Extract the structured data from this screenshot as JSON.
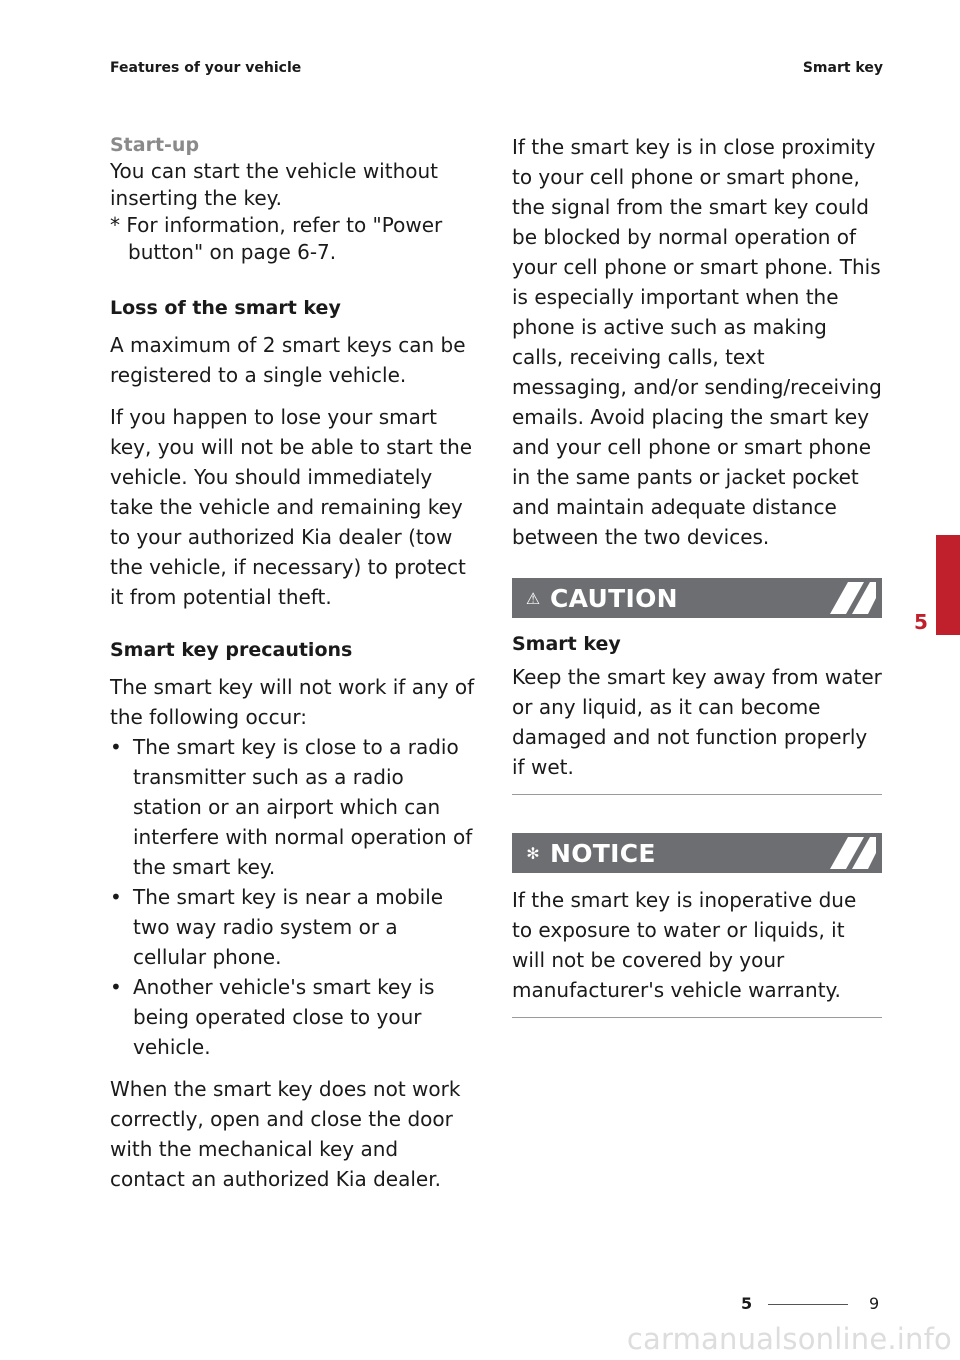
{
  "header": {
    "left": "Features of your vehicle",
    "right": "Smart key"
  },
  "startup": {
    "title": "Start-up",
    "body": "You can start the vehicle without inserting the key.",
    "note": "* For information, refer to \"Power button\" on page 6-7."
  },
  "loss": {
    "heading": "Loss of the smart key",
    "p1": "A maximum of 2 smart keys can be registered to a single vehicle.",
    "p2": "If you happen to lose your smart key, you will not be able to start the vehicle. You should immediately take the vehicle and remaining key to your authorized Kia dealer (tow the vehicle, if necessary) to protect it from potential theft."
  },
  "precautions": {
    "heading": "Smart key precautions",
    "intro": "The smart key will not work if any of the following occur:",
    "bullets": [
      "The smart key is close to a radio transmitter such as a radio station or an airport which can interfere with normal operation of the smart key.",
      "The smart key is near a mobile two way radio system or a cellular phone.",
      "Another vehicle's smart key is being operated close to your vehicle."
    ],
    "bullet_symbol": "•",
    "closing": "When the smart key does not work correctly, open and close the door with the mechanical key and contact an authorized Kia dealer."
  },
  "right": {
    "p1": "If the smart key is in close proximity to your cell phone or smart phone, the signal from the smart key could be blocked by normal operation of your cell phone or smart phone. This is especially important when the phone is active such as making calls, receiving calls, text messaging, and/or sending/receiving emails. Avoid placing the smart key and your cell phone or smart phone in the same pants or jacket pocket and maintain adequate distance between the two devices."
  },
  "caution": {
    "icon": "warning-triangle-icon",
    "symbol": "⚠",
    "title": "CAUTION",
    "heading": "Smart key",
    "body": "Keep the smart key away from water or any liquid, as it can become damaged and not function properly if wet."
  },
  "notice": {
    "icon": "asterisk-icon",
    "symbol": "✻",
    "title": "NOTICE",
    "body": "If the smart key is inoperative due to exposure to water or liquids, it will not be covered by your manufacturer's vehicle warranty."
  },
  "side_tab": {
    "label": "5",
    "color": "#c0202b"
  },
  "footer": {
    "section": "5",
    "page": "9"
  },
  "watermark": "carmanualsonline.info",
  "colors": {
    "banner": "#6d6e71",
    "accent": "#c0202b",
    "subhead": "#8a8a8a"
  }
}
